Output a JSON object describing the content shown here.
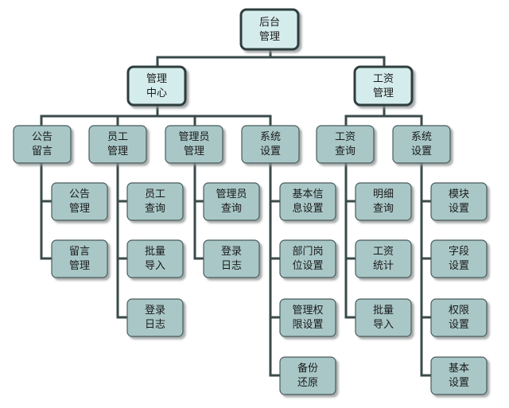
{
  "diagram": {
    "root": {
      "line1": "后台",
      "line2": "管理"
    },
    "management_center": {
      "line1": "管理",
      "line2": "中心"
    },
    "salary_management": {
      "line1": "工资",
      "line2": "管理"
    },
    "announcement": {
      "line1": "公告",
      "line2": "留言"
    },
    "employee_management": {
      "line1": "员工",
      "line2": "管理"
    },
    "admin_management": {
      "line1": "管理员",
      "line2": "管理"
    },
    "system_settings": {
      "line1": "系统",
      "line2": "设置"
    },
    "salary_query": {
      "line1": "工资",
      "line2": "查询"
    },
    "salary_system_settings": {
      "line1": "系统",
      "line2": "设置"
    },
    "announcement_children": [
      {
        "line1": "公告",
        "line2": "管理"
      },
      {
        "line1": "留言",
        "line2": "管理"
      }
    ],
    "employee_children": [
      {
        "line1": "员工",
        "line2": "查询"
      },
      {
        "line1": "批量",
        "line2": "导入"
      },
      {
        "line1": "登录",
        "line2": "日志"
      }
    ],
    "admin_children": [
      {
        "line1": "管理员",
        "line2": "查询"
      },
      {
        "line1": "登录",
        "line2": "日志"
      }
    ],
    "system_children": [
      {
        "line1": "基本信",
        "line2": "息设置"
      },
      {
        "line1": "部门岗",
        "line2": "位设置"
      },
      {
        "line1": "管理权",
        "line2": "限设置"
      },
      {
        "line1": "备份",
        "line2": "还原"
      }
    ],
    "salary_query_children": [
      {
        "line1": "明细",
        "line2": "查询"
      },
      {
        "line1": "工资",
        "line2": "统计"
      },
      {
        "line1": "批量",
        "line2": "导入"
      }
    ],
    "salary_system_children": [
      {
        "line1": "模块",
        "line2": "设置"
      },
      {
        "line1": "字段",
        "line2": "设置"
      },
      {
        "line1": "权限",
        "line2": "设置"
      },
      {
        "line1": "基本",
        "line2": "设置"
      }
    ],
    "colors": {
      "top_fill": "#d5ecec",
      "node_fill": "#a9c7c7",
      "stroke": "#2f3e3e",
      "shadow": "#9aa0a0"
    }
  }
}
